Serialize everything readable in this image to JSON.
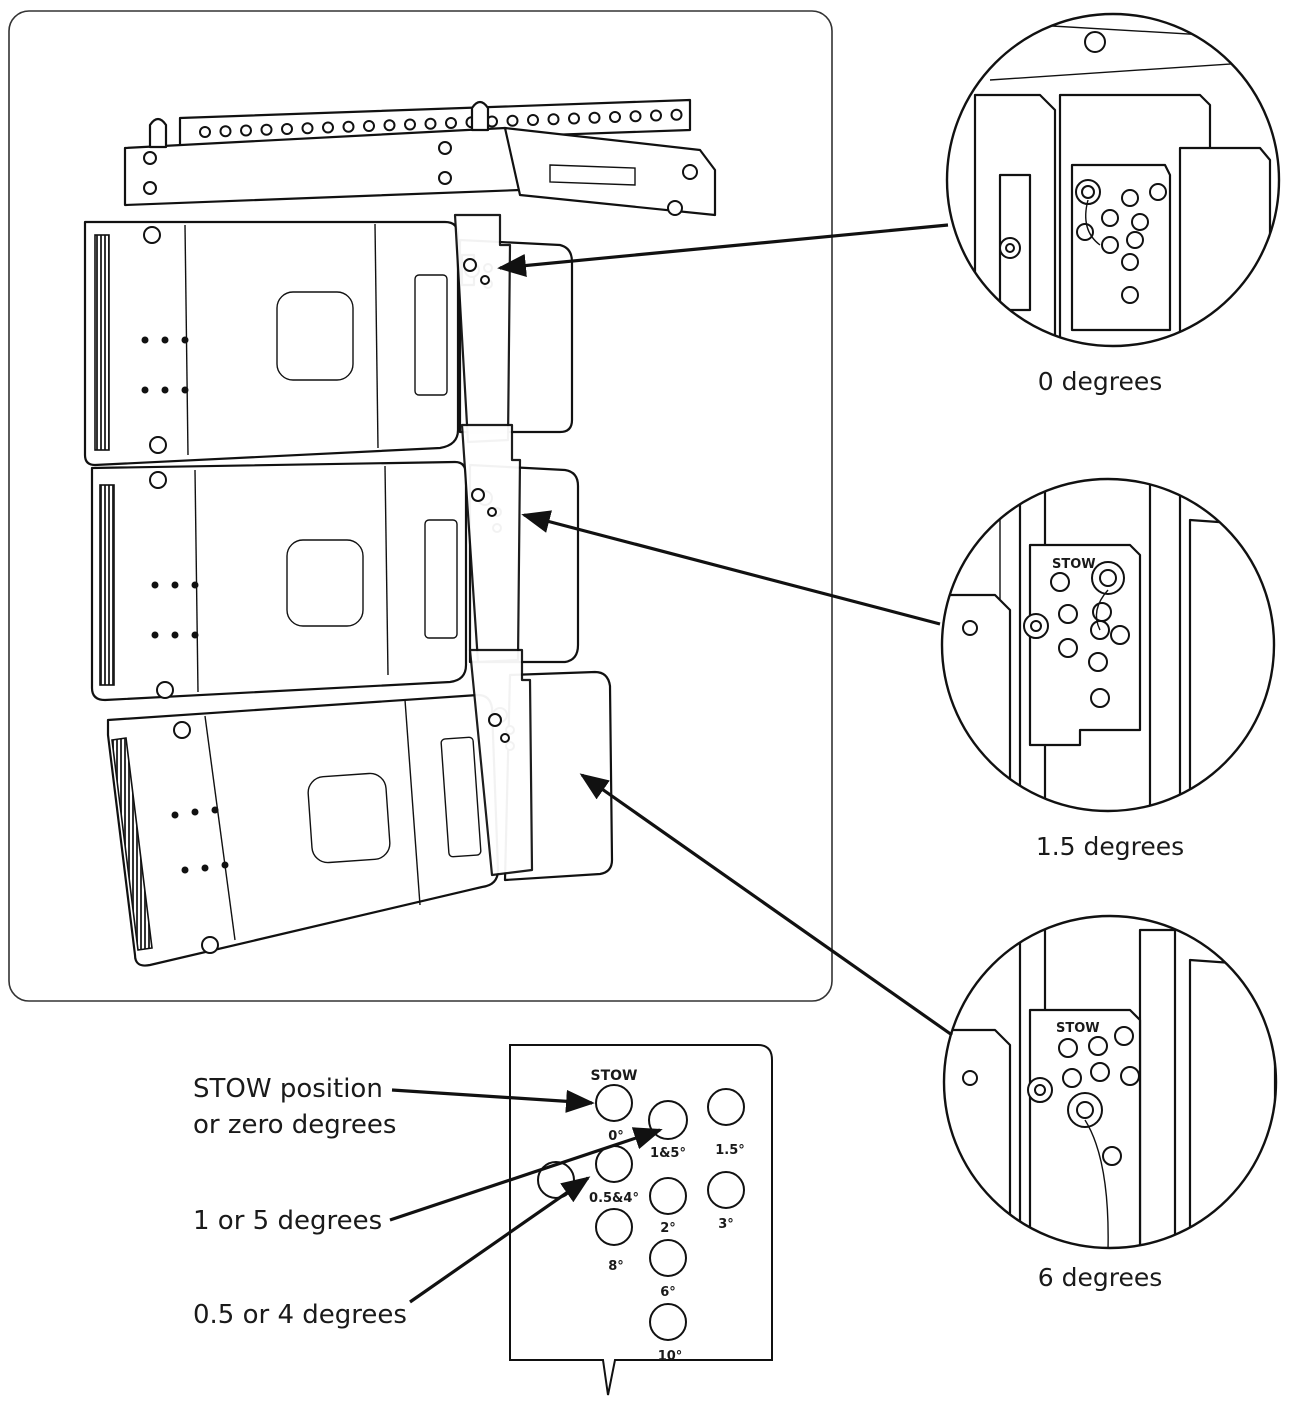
{
  "callouts": [
    {
      "label": "0 degrees"
    },
    {
      "label": "1.5 degrees"
    },
    {
      "label": "6 degrees"
    }
  ],
  "panel": {
    "header": "STOW",
    "hole_labels": [
      "0°",
      "1&5°",
      "1.5°",
      "0.5&4°",
      "2°",
      "3°",
      "8°",
      "6°",
      "10°"
    ]
  },
  "legend": [
    {
      "line1": "STOW position",
      "line2": "or zero degrees"
    },
    {
      "line1": "1 or 5 degrees"
    },
    {
      "line1": "0.5 or 4 degrees"
    }
  ]
}
